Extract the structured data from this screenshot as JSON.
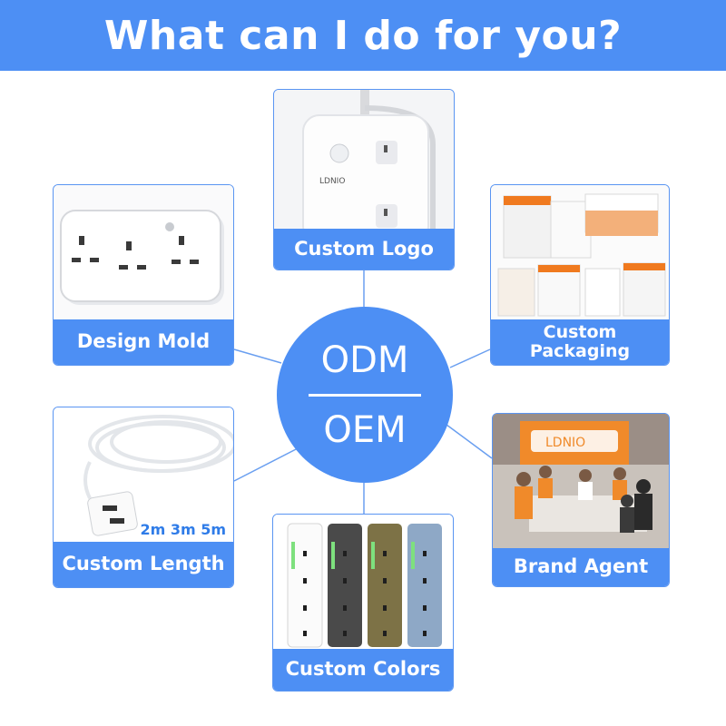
{
  "header": {
    "title": "What can I do for you?"
  },
  "center": {
    "top": "ODM",
    "bottom": "OEM"
  },
  "cards": {
    "custom_logo": {
      "label": "Custom Logo",
      "brand_text": "LDNIO"
    },
    "design_mold": {
      "label": "Design Mold"
    },
    "custom_packaging": {
      "label": "Custom Packaging"
    },
    "custom_length": {
      "label": "Custom Length",
      "lengths": "2m 3m 5m"
    },
    "brand_agent": {
      "label": "Brand Agent",
      "sign_text": "LDNIO"
    },
    "custom_colors": {
      "label": "Custom Colors"
    }
  },
  "colors": {
    "accent": "#4d8ff4",
    "border": "#5a95f2",
    "connector": "#6a9ff0"
  },
  "icons": [
    "power-strip-image",
    "adapter-image",
    "packaging-image",
    "cable-image",
    "store-photo",
    "color-strips-image"
  ]
}
